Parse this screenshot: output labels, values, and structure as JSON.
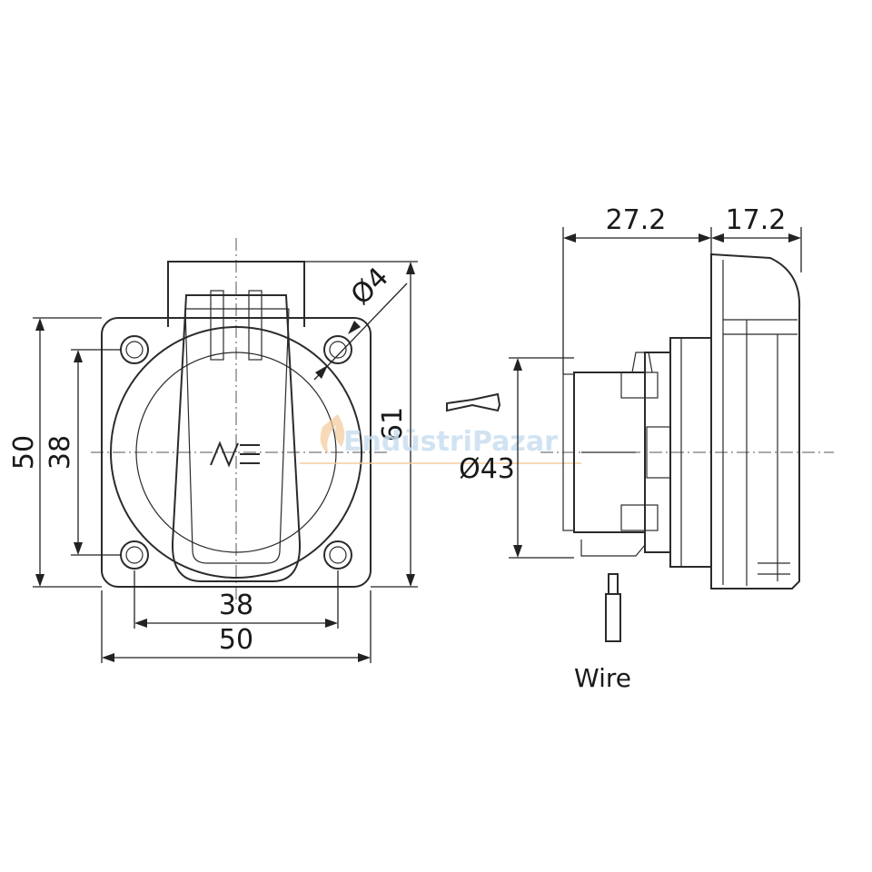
{
  "dimensions": {
    "front_width_outer": "50",
    "front_width_holes": "38",
    "front_height_outer": "50",
    "front_height_holes": "38",
    "front_height_total": "61",
    "hole_diameter": "Ø4",
    "body_diameter": "Ø43",
    "side_depth_back": "27.2",
    "side_depth_front": "17.2"
  },
  "labels": {
    "wire": "Wire",
    "watermark": "EndüstriPazar"
  },
  "colors": {
    "line": "#2b2b2b",
    "watermark": "#c9dff0",
    "watermark_accent": "#f3c99a"
  }
}
